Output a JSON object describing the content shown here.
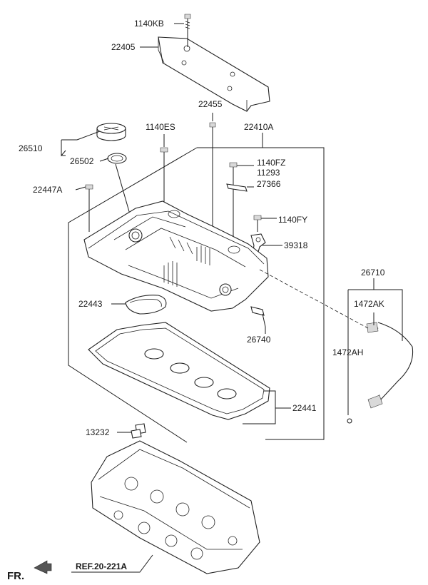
{
  "labels": {
    "bolt_top": "1140KB",
    "heat_shield": "22405",
    "bolt_cover": "1140ES",
    "stud": "22455",
    "cover_assy": "22410A",
    "oil_cap": "26510",
    "oil_cap_gasket": "26502",
    "bolt_left": "22447A",
    "bolt_fz": "1140FZ",
    "bracket_11293": "11293",
    "bracket_27366": "27366",
    "bolt_fy": "1140FY",
    "sensor": "39318",
    "plug_gasket": "22443",
    "valve_pcv": "26740",
    "cover_gasket": "22441",
    "hose_assy": "26710",
    "clamp_ak": "1472AK",
    "clamp_ah": "1472AH",
    "plug_13232": "13232",
    "ref_head": "REF.20-221A",
    "front": "FR."
  }
}
